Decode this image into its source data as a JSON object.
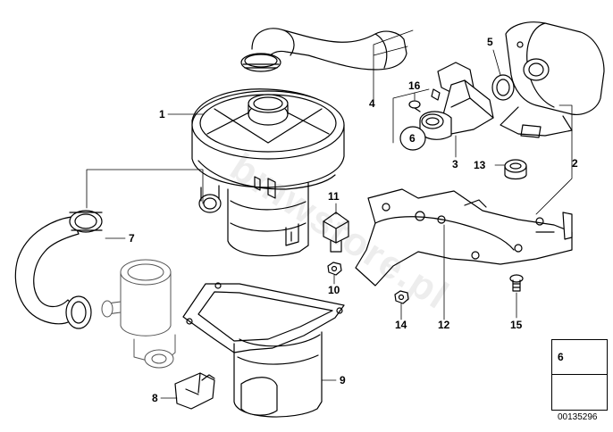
{
  "callouts": [
    {
      "label": "1"
    },
    {
      "label": "2"
    },
    {
      "label": "3"
    },
    {
      "label": "4"
    },
    {
      "label": "5"
    },
    {
      "label": "6"
    },
    {
      "label": "7"
    },
    {
      "label": "8"
    },
    {
      "label": "9"
    },
    {
      "label": "10"
    },
    {
      "label": "11"
    },
    {
      "label": "12"
    },
    {
      "label": "13"
    },
    {
      "label": "14"
    },
    {
      "label": "15"
    },
    {
      "label": "16"
    }
  ],
  "legend": {
    "label": "6"
  },
  "watermark": "bmwstore.pl",
  "reference_number": "00135296"
}
